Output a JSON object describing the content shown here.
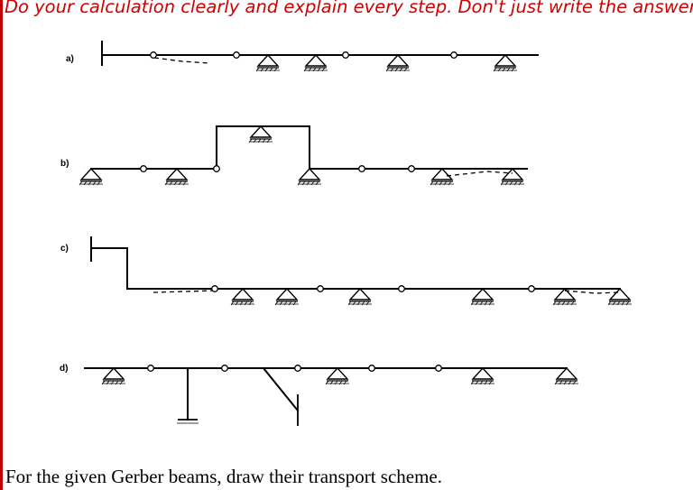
{
  "instruction": "Do your calculation clearly and explain every step. Don't just write the answer!",
  "question": "For the given Gerber beams, draw their transport scheme.",
  "colors": {
    "instruction": "#d10000",
    "left_rule": "#c00000"
  },
  "beams": [
    {
      "label": "a)",
      "components": [
        "fixed support (left)",
        "hinge",
        "hinge",
        "pinned support",
        "pinned support",
        "hinge",
        "pinned support",
        "hinge",
        "pinned support"
      ]
    },
    {
      "label": "b)",
      "components": [
        "pinned support",
        "hinge",
        "pinned support",
        "hinge",
        "frame with pinned support on top",
        "pinned support",
        "hinge",
        "hinge",
        "pinned support",
        "pinned support"
      ]
    },
    {
      "label": "c)",
      "components": [
        "fixed support (left, L-shaped)",
        "hinge",
        "pinned support",
        "pinned support",
        "hinge",
        "pinned support",
        "hinge",
        "pinned support",
        "hinge",
        "pinned support",
        "pinned support"
      ]
    },
    {
      "label": "d)",
      "components": [
        "pinned support",
        "hinge",
        "vertical column to ground support",
        "hinge",
        "inclined strut",
        "hinge",
        "pinned support",
        "hinge",
        "hinge",
        "pinned support",
        "pinned support"
      ]
    }
  ]
}
